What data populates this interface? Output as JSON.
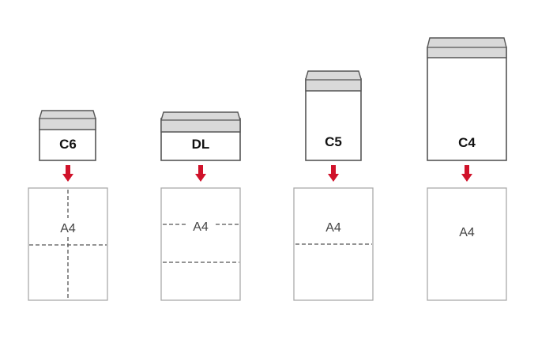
{
  "envelopes": [
    {
      "size": "C6",
      "sheet": "A4",
      "folds": "quarter"
    },
    {
      "size": "DL",
      "sheet": "A4",
      "folds": "thirds"
    },
    {
      "size": "C5",
      "sheet": "A4",
      "folds": "half"
    },
    {
      "size": "C4",
      "sheet": "A4",
      "folds": "none"
    }
  ],
  "colors": {
    "arrow": "#d0122a",
    "flap": "#d9d9d9",
    "outline": "#555555"
  }
}
